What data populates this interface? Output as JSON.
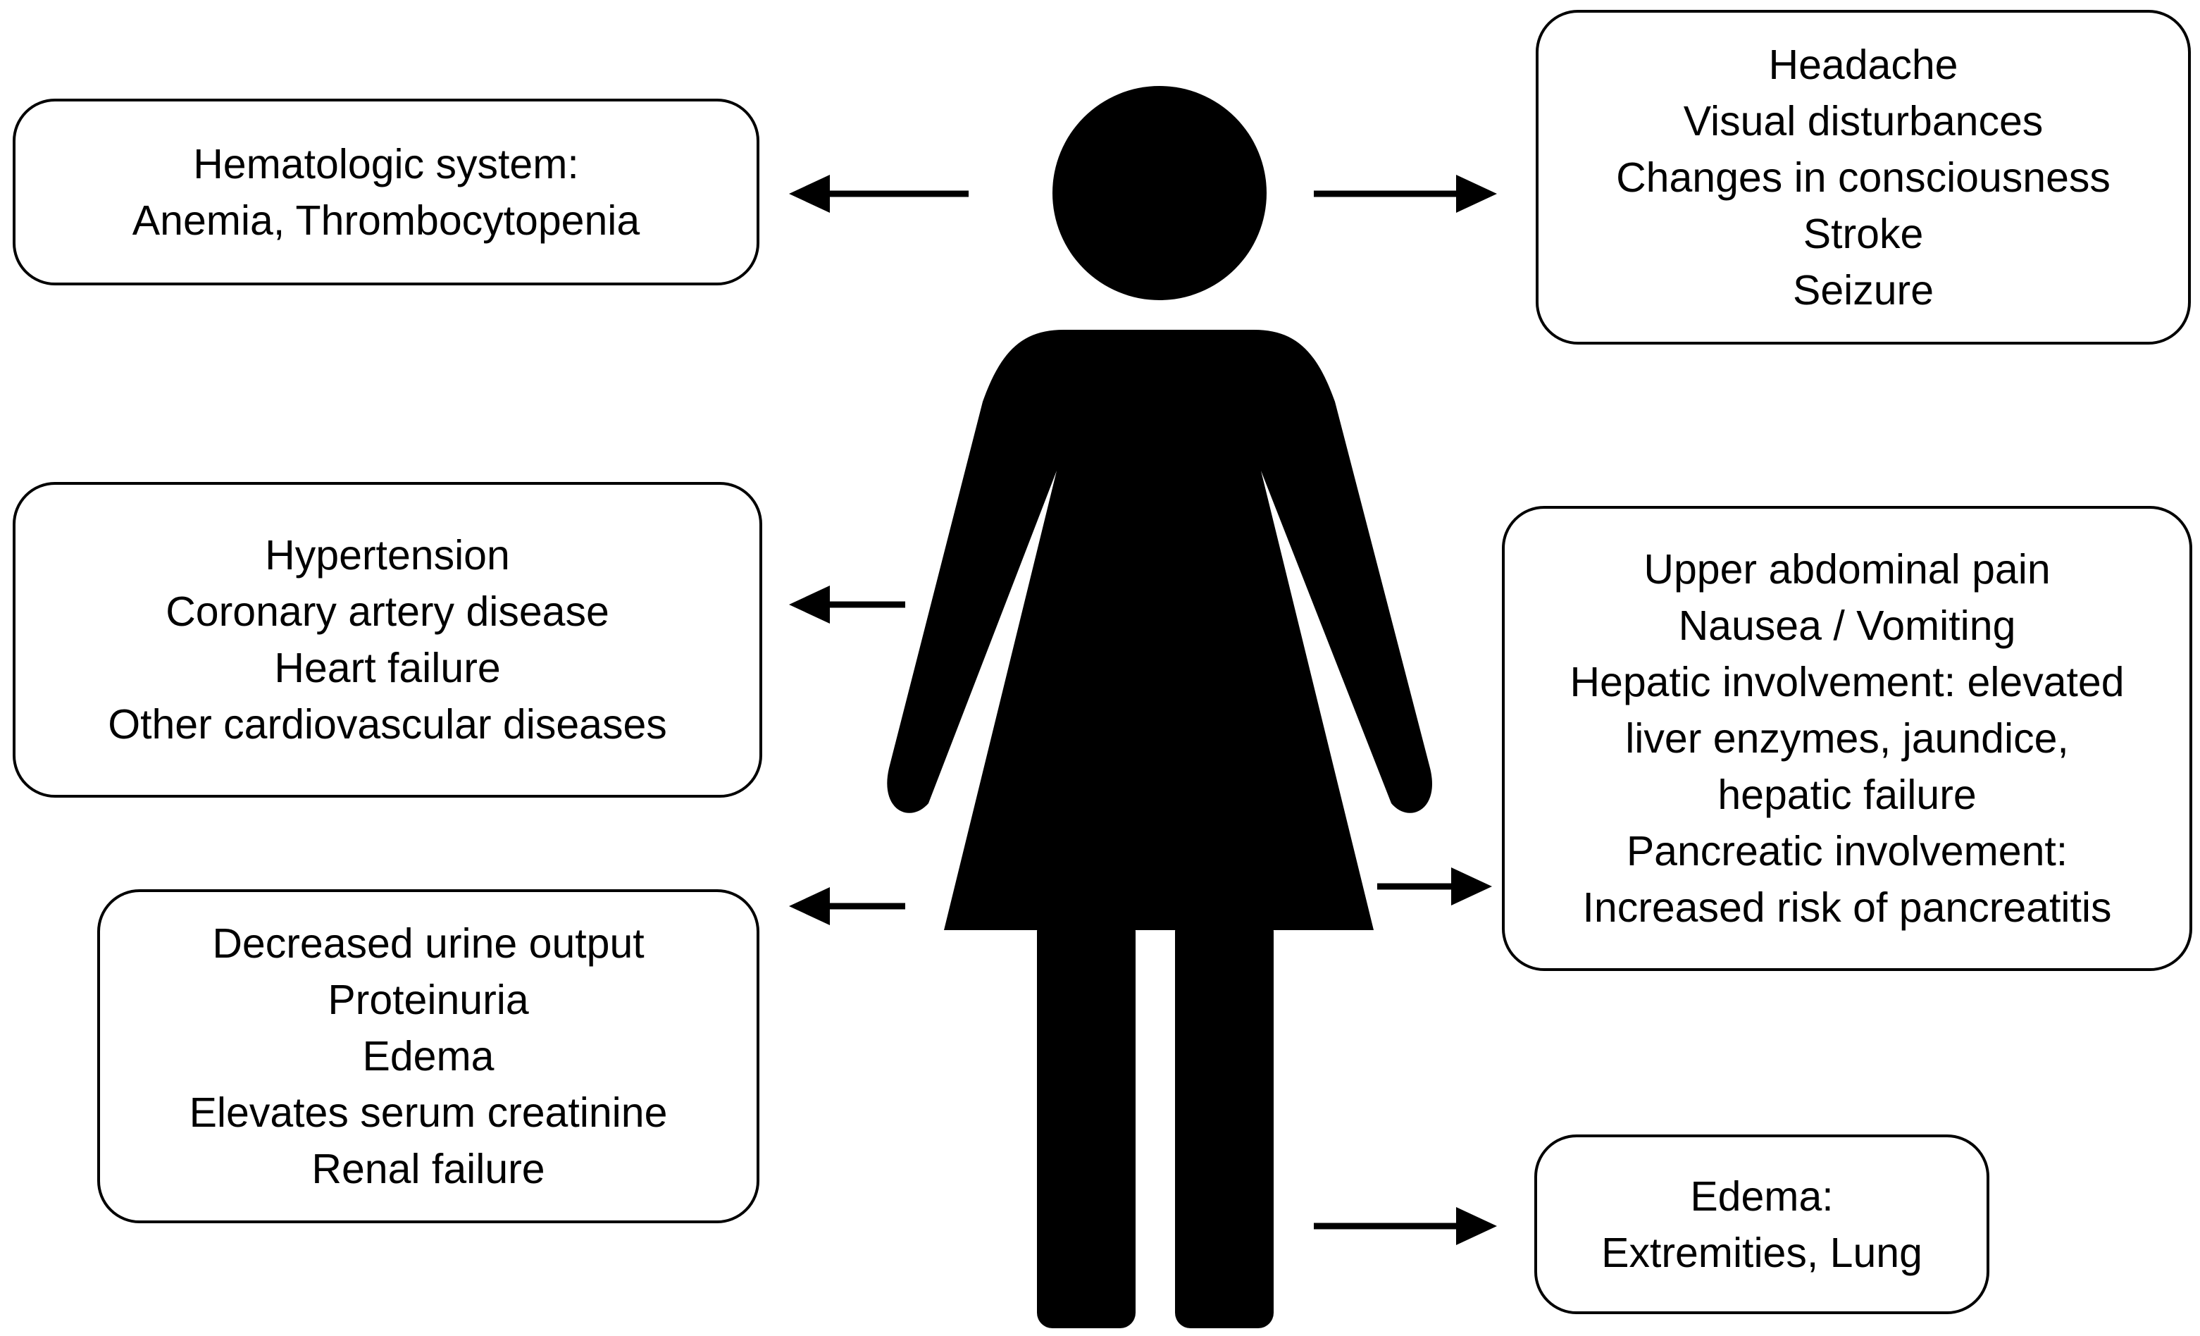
{
  "boxes": {
    "hematologic": {
      "lines": [
        "Hematologic system:",
        "Anemia, Thrombocytopenia"
      ]
    },
    "neurologic": {
      "lines": [
        "Headache",
        "Visual disturbances",
        "Changes in consciousness",
        "Stroke",
        "Seizure"
      ]
    },
    "cardiovascular": {
      "lines": [
        "Hypertension",
        "Coronary artery disease",
        "Heart failure",
        "Other cardiovascular diseases"
      ]
    },
    "abdominal": {
      "lines": [
        "Upper abdominal pain",
        "Nausea / Vomiting",
        "Hepatic involvement: elevated",
        "liver enzymes, jaundice,",
        "hepatic failure",
        "Pancreatic involvement:",
        "Increased risk of pancreatitis"
      ]
    },
    "renal": {
      "lines": [
        "Decreased urine output",
        "Proteinuria",
        "Edema",
        "Elevates serum creatinine",
        "Renal failure"
      ]
    },
    "edema": {
      "lines": [
        "Edema:",
        "Extremities, Lung"
      ]
    }
  },
  "colors": {
    "figure": "#000000",
    "border": "#000000",
    "background": "#ffffff"
  },
  "icons": {
    "figure": "woman-figure-icon",
    "arrow": "arrow-icon"
  }
}
